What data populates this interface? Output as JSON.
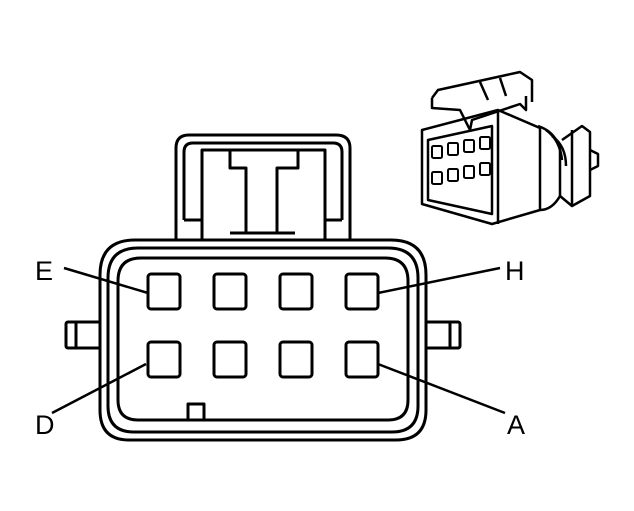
{
  "diagram": {
    "type": "connector-face-view",
    "cavities": {
      "rows": 2,
      "columns": 4
    },
    "labels": {
      "top_left": "E",
      "bottom_left": "D",
      "top_right": "H",
      "bottom_right": "A"
    },
    "colors": {
      "line": "#000000",
      "background": "#ffffff"
    }
  }
}
